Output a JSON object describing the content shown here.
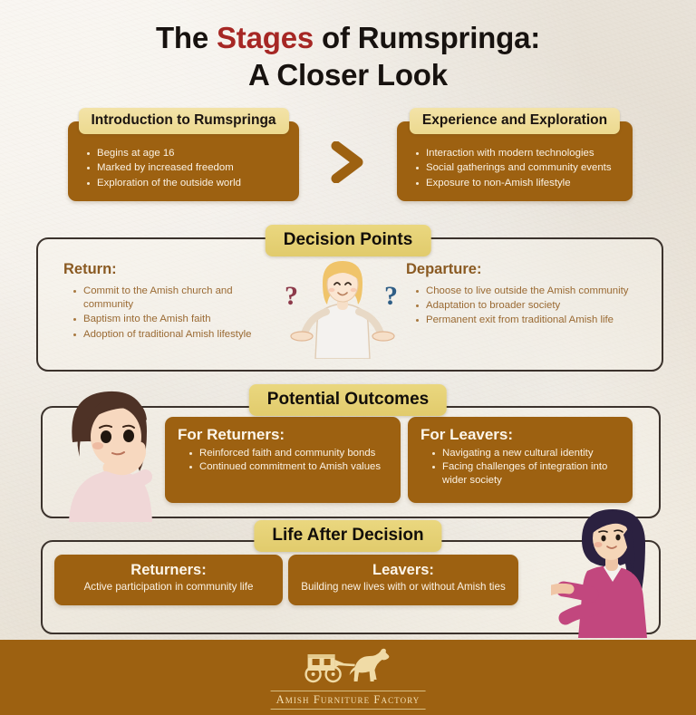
{
  "title": {
    "line1_pre": "The ",
    "line1_hl": "Stages",
    "line1_post": " of Rumspringa:",
    "line2": "A Closer Look"
  },
  "stages": [
    {
      "heading": "Introduction to Rumspringa",
      "bullets": [
        "Begins at age 16",
        "Marked by increased freedom",
        "Exploration of the outside world"
      ]
    },
    {
      "heading": "Experience and Exploration",
      "bullets": [
        "Interaction with modern technologies",
        "Social gatherings and community events",
        "Exposure to non-Amish lifestyle"
      ]
    }
  ],
  "arrow_icon": "chevron-right-icon",
  "decision_points": {
    "section_title": "Decision Points",
    "left": {
      "heading": "Return:",
      "bullets": [
        "Commit to the Amish church and community",
        "Baptism into the Amish faith",
        "Adoption of traditional Amish lifestyle"
      ]
    },
    "right": {
      "heading": "Departure:",
      "bullets": [
        "Choose to live outside the Amish community",
        "Adaptation to broader society",
        "Permanent exit from traditional Amish life"
      ]
    },
    "question_mark_left": "?",
    "question_mark_right": "?"
  },
  "potential_outcomes": {
    "section_title": "Potential Outcomes",
    "left": {
      "heading": "For Returners:",
      "bullets": [
        "Reinforced faith and community bonds",
        "Continued commitment to Amish values"
      ]
    },
    "right": {
      "heading": "For Leavers:",
      "bullets": [
        "Navigating a new cultural identity",
        "Facing challenges of integration into wider society"
      ]
    }
  },
  "life_after": {
    "section_title": "Life After Decision",
    "left": {
      "heading": "Returners:",
      "text": "Active participation in community life"
    },
    "right": {
      "heading": "Leavers:",
      "text": "Building new lives with or without Amish ties"
    }
  },
  "footer": {
    "logo_icon": "horse-and-buggy-icon",
    "brand": "Amish Furniture Factory"
  },
  "colors": {
    "brand_brown": "#9d6111",
    "accent_red": "#a62724",
    "pill_gold": "#ead77f",
    "pill_cream_gold": "#f3e3a8",
    "panel_outline": "#3b322c",
    "body_text_brown": "#9a6a33",
    "heading_brown": "#8a5a22",
    "page_bg": "#efe8dc",
    "light_text": "#fbf2e4"
  }
}
